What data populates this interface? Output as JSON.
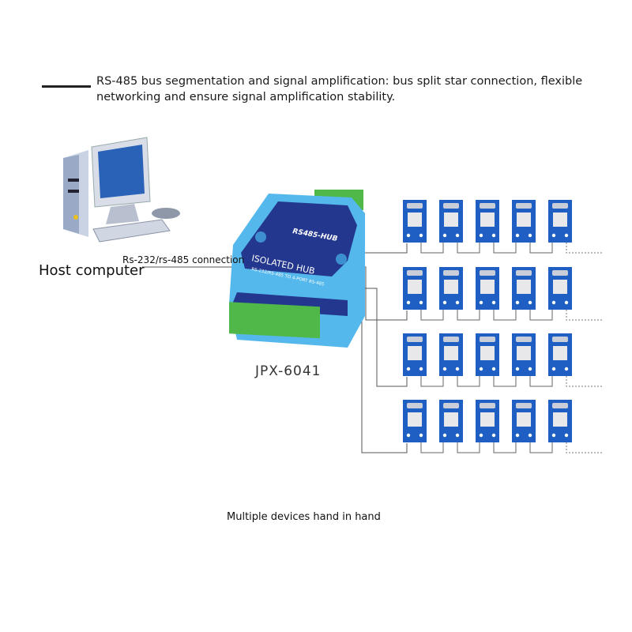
{
  "headline": "RS-485 bus segmentation and signal amplification: bus split star connection, flexible networking and ensure signal amplification stability.",
  "host": {
    "label": "Host computer",
    "connection_label": "Rs-232/rs-485 connection"
  },
  "hub": {
    "model": "JPX-6041",
    "brand_text": "RS485-HUB",
    "title_text": "ISOLATED HUB",
    "subtitle_text": "RS-232/RS-485 TO 4-PORT RS-485"
  },
  "network": {
    "rows": 4,
    "devices_per_row": 5
  },
  "caption": "Multiple devices hand in hand",
  "colors": {
    "device_blue": "#1f5fc4",
    "hub_blue": "#4ab0e8",
    "hub_panel": "#25388f",
    "terminal_green": "#4fb848",
    "wire": "#555555"
  }
}
